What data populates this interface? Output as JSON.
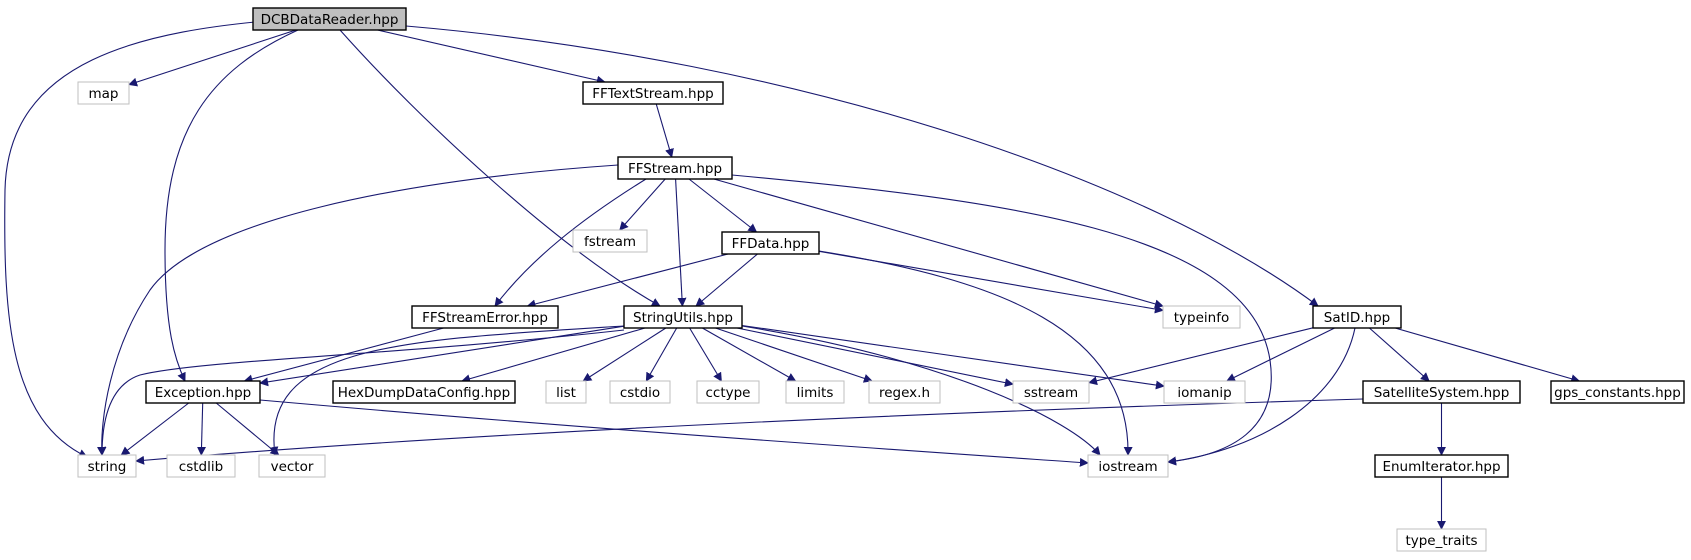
{
  "root": "DCBDataReader.hpp",
  "nodes": [
    {
      "id": "dcb",
      "label": "DCBDataReader.hpp",
      "kind": "root"
    },
    {
      "id": "map",
      "label": "map",
      "kind": "system"
    },
    {
      "id": "fftext",
      "label": "FFTextStream.hpp",
      "kind": "project"
    },
    {
      "id": "ffstream",
      "label": "FFStream.hpp",
      "kind": "project"
    },
    {
      "id": "fstream",
      "label": "fstream",
      "kind": "system"
    },
    {
      "id": "ffdata",
      "label": "FFData.hpp",
      "kind": "project"
    },
    {
      "id": "ffse",
      "label": "FFStreamError.hpp",
      "kind": "project"
    },
    {
      "id": "su",
      "label": "StringUtils.hpp",
      "kind": "project"
    },
    {
      "id": "typeinfo",
      "label": "typeinfo",
      "kind": "system"
    },
    {
      "id": "satid",
      "label": "SatID.hpp",
      "kind": "project"
    },
    {
      "id": "exc",
      "label": "Exception.hpp",
      "kind": "project"
    },
    {
      "id": "hex",
      "label": "HexDumpDataConfig.hpp",
      "kind": "project"
    },
    {
      "id": "list",
      "label": "list",
      "kind": "system"
    },
    {
      "id": "cstdio",
      "label": "cstdio",
      "kind": "system"
    },
    {
      "id": "cctype",
      "label": "cctype",
      "kind": "system"
    },
    {
      "id": "limits",
      "label": "limits",
      "kind": "system"
    },
    {
      "id": "regex",
      "label": "regex.h",
      "kind": "system"
    },
    {
      "id": "sstream",
      "label": "sstream",
      "kind": "system"
    },
    {
      "id": "iomanip",
      "label": "iomanip",
      "kind": "system"
    },
    {
      "id": "satsys",
      "label": "SatelliteSystem.hpp",
      "kind": "project"
    },
    {
      "id": "gps",
      "label": "gps_constants.hpp",
      "kind": "project"
    },
    {
      "id": "string",
      "label": "string",
      "kind": "system"
    },
    {
      "id": "cstdlib",
      "label": "cstdlib",
      "kind": "system"
    },
    {
      "id": "vector",
      "label": "vector",
      "kind": "system"
    },
    {
      "id": "iostream",
      "label": "iostream",
      "kind": "system"
    },
    {
      "id": "enumit",
      "label": "EnumIterator.hpp",
      "kind": "project"
    },
    {
      "id": "typetraits",
      "label": "type_traits",
      "kind": "system"
    }
  ],
  "edges": [
    [
      "dcb",
      "map"
    ],
    [
      "dcb",
      "fftext"
    ],
    [
      "dcb",
      "satid"
    ],
    [
      "dcb",
      "string"
    ],
    [
      "dcb",
      "exc"
    ],
    [
      "dcb",
      "su"
    ],
    [
      "fftext",
      "ffstream"
    ],
    [
      "ffstream",
      "fstream"
    ],
    [
      "ffstream",
      "ffdata"
    ],
    [
      "ffstream",
      "ffse"
    ],
    [
      "ffstream",
      "su"
    ],
    [
      "ffstream",
      "typeinfo"
    ],
    [
      "ffstream",
      "string"
    ],
    [
      "ffstream",
      "iostream"
    ],
    [
      "ffdata",
      "ffse"
    ],
    [
      "ffdata",
      "su"
    ],
    [
      "ffdata",
      "typeinfo"
    ],
    [
      "ffdata",
      "iostream"
    ],
    [
      "ffse",
      "exc"
    ],
    [
      "su",
      "exc"
    ],
    [
      "su",
      "hex"
    ],
    [
      "su",
      "list"
    ],
    [
      "su",
      "cstdio"
    ],
    [
      "su",
      "cctype"
    ],
    [
      "su",
      "limits"
    ],
    [
      "su",
      "regex"
    ],
    [
      "su",
      "sstream"
    ],
    [
      "su",
      "iomanip"
    ],
    [
      "su",
      "string"
    ],
    [
      "su",
      "vector"
    ],
    [
      "su",
      "iostream"
    ],
    [
      "exc",
      "string"
    ],
    [
      "exc",
      "cstdlib"
    ],
    [
      "exc",
      "vector"
    ],
    [
      "exc",
      "iostream"
    ],
    [
      "satid",
      "sstream"
    ],
    [
      "satid",
      "iomanip"
    ],
    [
      "satid",
      "iostream"
    ],
    [
      "satid",
      "satsys"
    ],
    [
      "satid",
      "gps"
    ],
    [
      "satsys",
      "string"
    ],
    [
      "satsys",
      "enumit"
    ],
    [
      "enumit",
      "typetraits"
    ]
  ],
  "colors": {
    "edge": "#191970",
    "project_border": "#000000",
    "system_border": "#bfbfbf",
    "root_fill": "#bfbfbf",
    "fill": "#ffffff"
  }
}
